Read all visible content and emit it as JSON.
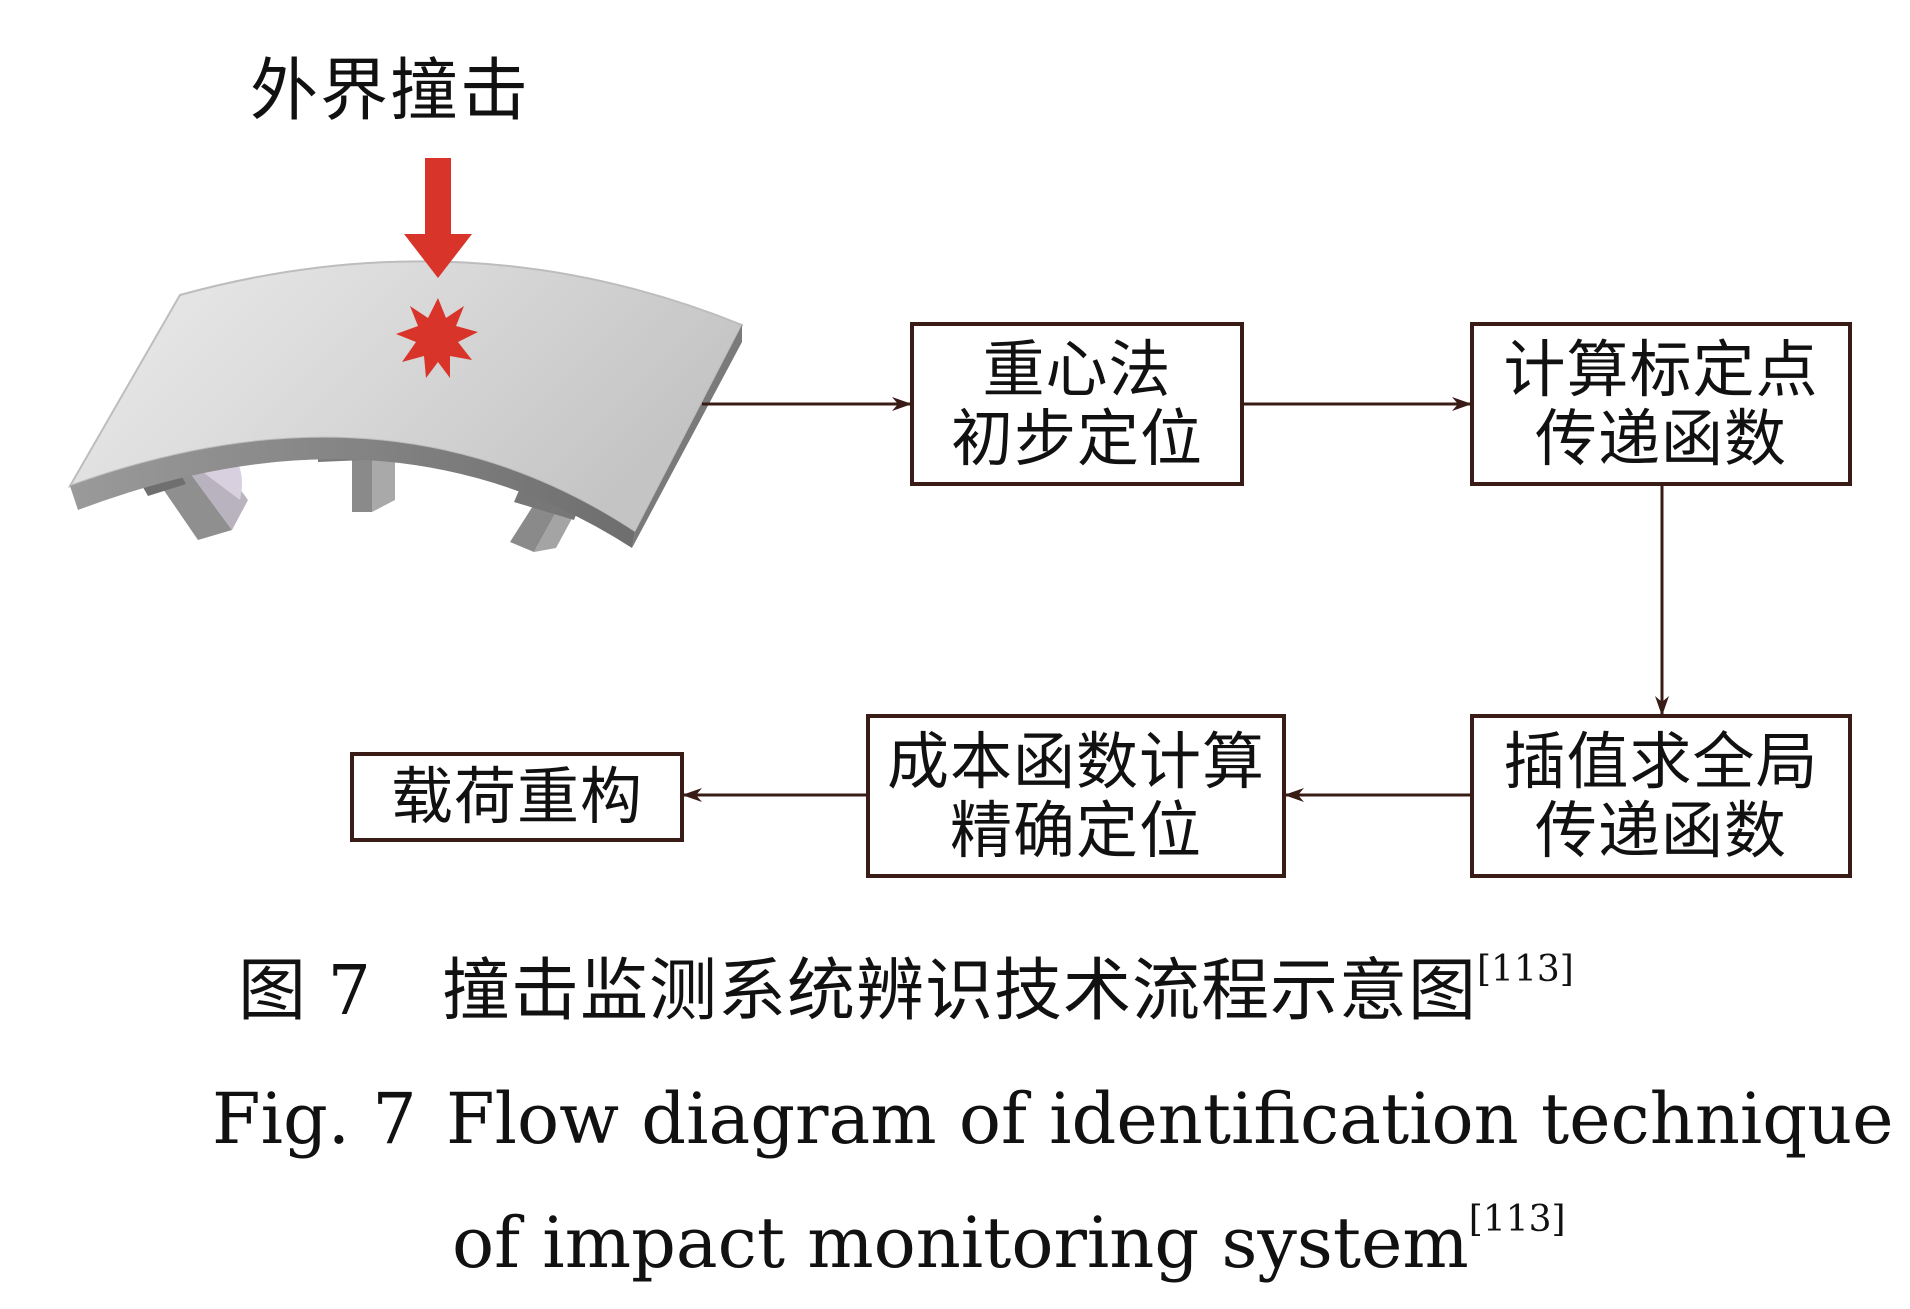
{
  "impact_label": "外界撞击",
  "boxes": {
    "centroid": [
      "重心法",
      "初步定位"
    ],
    "calibration": [
      "计算标定点",
      "传递函数"
    ],
    "interpolation": [
      "插值求全局",
      "传递函数"
    ],
    "cost_function": [
      "成本函数计算",
      "精确定位"
    ],
    "load_reconstruction": [
      "载荷重构"
    ]
  },
  "caption": {
    "cn_fig_no": "图 7",
    "cn_text": "撞击监测系统辨识技术流程示意图",
    "cn_ref": "[113]",
    "en_fig_no": "Fig. 7",
    "en_line1": "Flow diagram of identification technique",
    "en_line2": "of impact monitoring system",
    "en_ref": "[113]"
  },
  "colors": {
    "arrow_red": "#d8342a",
    "box_border": "#3a1c16",
    "panel_light": "#dcdcdc",
    "panel_dark": "#8c8c8c"
  }
}
